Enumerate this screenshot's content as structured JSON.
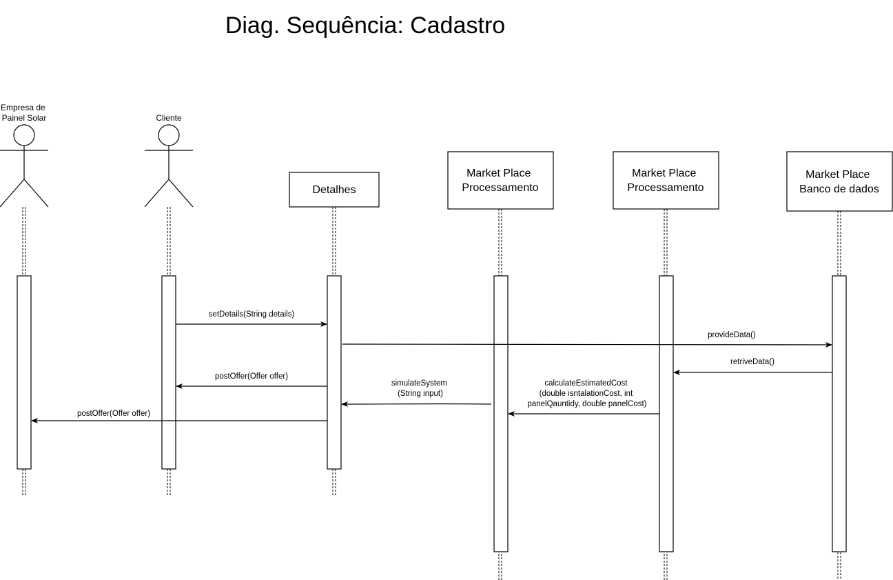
{
  "title": "Diag. Sequência: Cadastro",
  "actors": [
    {
      "id": "empresa",
      "label_lines": [
        "Empresa de",
        "Painel Solar"
      ]
    },
    {
      "id": "cliente",
      "label_lines": [
        "Cliente"
      ]
    }
  ],
  "participants": [
    {
      "id": "detalhes",
      "label_lines": [
        "Detalhes"
      ]
    },
    {
      "id": "processamento1",
      "label_lines": [
        "Market Place",
        "Processamento"
      ]
    },
    {
      "id": "processamento2",
      "label_lines": [
        "Market Place",
        "Processamento"
      ]
    },
    {
      "id": "banco",
      "label_lines": [
        "Market Place",
        "Banco de dados"
      ]
    }
  ],
  "messages": [
    {
      "from": "cliente",
      "to": "detalhes",
      "label_lines": [
        "setDetails(String details)"
      ]
    },
    {
      "from": "detalhes",
      "to": "banco",
      "label_lines": [
        "provideData()"
      ]
    },
    {
      "from": "banco",
      "to": "processamento2",
      "label_lines": [
        "retriveData()"
      ]
    },
    {
      "from": "detalhes",
      "to": "cliente",
      "label_lines": [
        "postOffer(Offer offer)"
      ]
    },
    {
      "from": "processamento1",
      "to": "detalhes",
      "label_lines": [
        "simulateSystem",
        "(String input)"
      ]
    },
    {
      "from": "processamento2",
      "to": "processamento1",
      "label_lines": [
        "calculateEstimatedCost",
        "(double isntalationCost, int",
        "panelQauntidy, double panelCost)"
      ]
    },
    {
      "from": "detalhes",
      "to": "empresa",
      "label_lines": [
        "postOffer(Offer offer)"
      ]
    }
  ]
}
